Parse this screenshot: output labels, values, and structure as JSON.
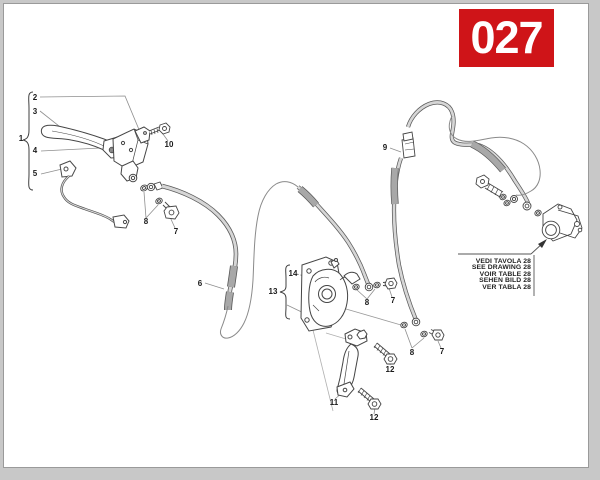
{
  "page": {
    "drawing_number": "027"
  },
  "note_box": {
    "lines": [
      "VEDI TAVOLA 28",
      "SEE DRAWING 28",
      "VOIR TABLE 28",
      "SEHEN BILD 28",
      "VER TABLA 28"
    ]
  },
  "callouts": {
    "c1": "1",
    "c2": "2",
    "c3": "3",
    "c4": "4",
    "c5": "5",
    "c6": "6",
    "c7": "7",
    "c8": "8",
    "c9": "9",
    "c10": "10",
    "c11": "11",
    "c12": "12",
    "c13": "13",
    "c14": "14"
  },
  "colors": {
    "accent_red": "#cf1418",
    "paper": "#ffffff",
    "canvas": "#c8c8c8",
    "ink": "#454545",
    "hose_fill": "#d6d6d6",
    "sheath": "#a0a0a0"
  }
}
